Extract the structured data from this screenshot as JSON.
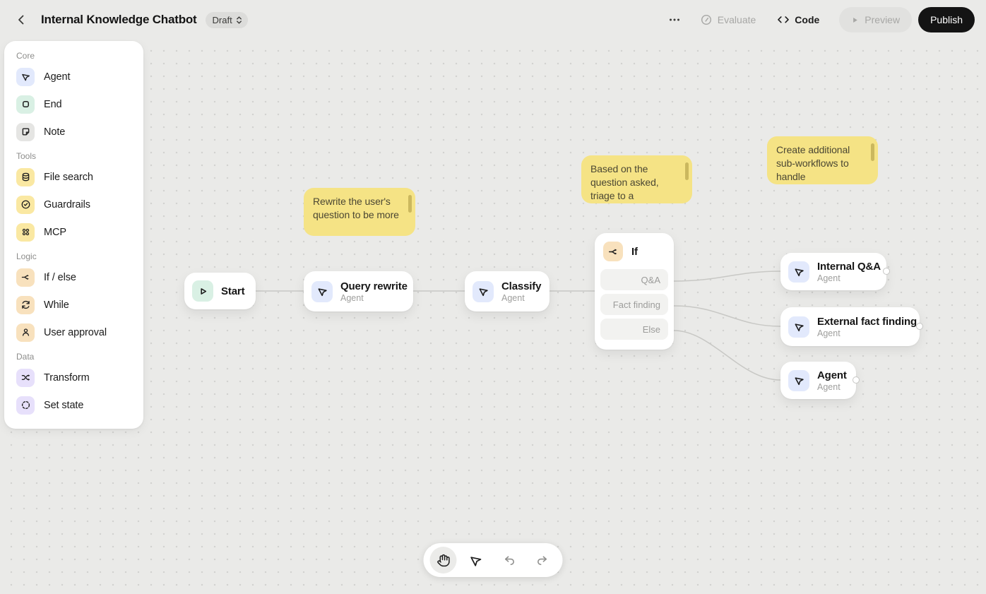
{
  "header": {
    "title": "Internal Knowledge Chatbot",
    "status_badge": "Draft",
    "evaluate_label": "Evaluate",
    "code_label": "Code",
    "preview_label": "Preview",
    "publish_label": "Publish"
  },
  "sidebar": {
    "sections": [
      {
        "label": "Core",
        "items": [
          {
            "label": "Agent",
            "icon": "agent-icon",
            "icon_bg": "#e2e9fc"
          },
          {
            "label": "End",
            "icon": "end-icon",
            "icon_bg": "#d9f0e4"
          },
          {
            "label": "Note",
            "icon": "note-icon",
            "icon_bg": "#e5e5e3"
          }
        ]
      },
      {
        "label": "Tools",
        "items": [
          {
            "label": "File search",
            "icon": "file-search-icon",
            "icon_bg": "#fae8a2"
          },
          {
            "label": "Guardrails",
            "icon": "guardrails-icon",
            "icon_bg": "#fae8a2"
          },
          {
            "label": "MCP",
            "icon": "mcp-icon",
            "icon_bg": "#fae8a2"
          }
        ]
      },
      {
        "label": "Logic",
        "items": [
          {
            "label": "If / else",
            "icon": "if-else-icon",
            "icon_bg": "#f8e1bd"
          },
          {
            "label": "While",
            "icon": "while-icon",
            "icon_bg": "#f8e1bd"
          },
          {
            "label": "User approval",
            "icon": "user-approval-icon",
            "icon_bg": "#f8e1bd"
          }
        ]
      },
      {
        "label": "Data",
        "items": [
          {
            "label": "Transform",
            "icon": "transform-icon",
            "icon_bg": "#e7e0fb"
          },
          {
            "label": "Set state",
            "icon": "set-state-icon",
            "icon_bg": "#e7e0fb"
          }
        ]
      }
    ]
  },
  "canvas": {
    "sticky_notes": [
      {
        "text": "Rewrite the user's question to be more"
      },
      {
        "text": "Based on the question asked, triage to a"
      },
      {
        "text": "Create additional sub-workflows to handle"
      }
    ],
    "nodes": {
      "start": {
        "title": "Start"
      },
      "query_rewrite": {
        "title": "Query rewrite",
        "subtitle": "Agent"
      },
      "classify": {
        "title": "Classify",
        "subtitle": "Agent"
      },
      "if": {
        "title": "If",
        "branches": [
          "Q&A",
          "Fact finding",
          "Else"
        ]
      },
      "internal_qa": {
        "title": "Internal Q&A",
        "subtitle": "Agent"
      },
      "external_fact_finding": {
        "title": "External fact finding",
        "subtitle": "Agent"
      },
      "agent": {
        "title": "Agent",
        "subtitle": "Agent"
      }
    }
  },
  "toolbar": {
    "active_tool": "hand",
    "tools": [
      "hand-icon",
      "select-cursor-icon",
      "undo-icon",
      "redo-icon"
    ]
  },
  "colors": {
    "canvas_bg": "#eaeae8",
    "note_bg": "#f5e385",
    "note_scrollbar": "#cbb85e",
    "agent_icon_bg": "#e2e9fc",
    "start_icon_bg": "#d9f0e4",
    "if_icon_bg": "#f8e1bd",
    "publish_bg": "#141414",
    "connector": "#c8c8c5"
  }
}
